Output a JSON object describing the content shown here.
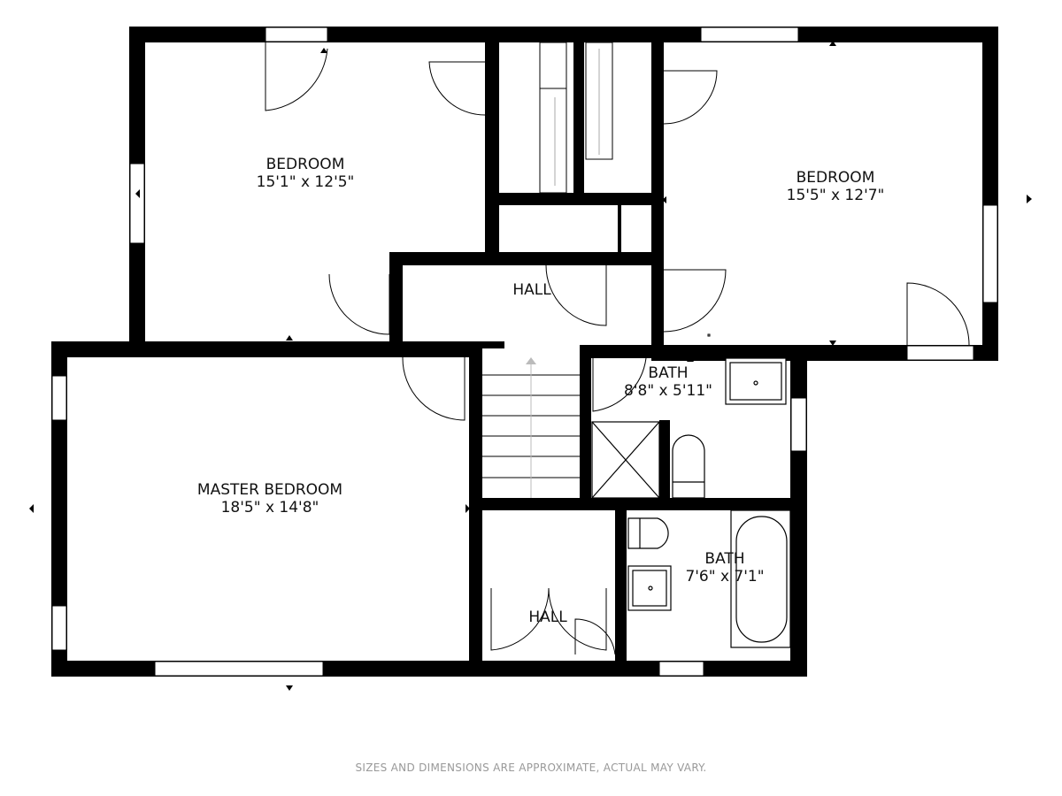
{
  "rooms": [
    {
      "name": "BEDROOM",
      "size": "15'1\" x 12'5\""
    },
    {
      "name": "BEDROOM",
      "size": "15'5\" x 12'7\""
    },
    {
      "name": "HALL",
      "size": ""
    },
    {
      "name": "BATH",
      "size": "8'8\" x 5'11\""
    },
    {
      "name": "MASTER BEDROOM",
      "size": "18'5\" x 14'8\""
    },
    {
      "name": "BATH",
      "size": "7'6\" x 7'1\""
    },
    {
      "name": "HALL",
      "size": ""
    }
  ],
  "footer": "SIZES AND DIMENSIONS ARE APPROXIMATE, ACTUAL MAY VARY.",
  "colors": {
    "wall": "#000000",
    "background": "#ffffff",
    "footer": "#999999"
  }
}
